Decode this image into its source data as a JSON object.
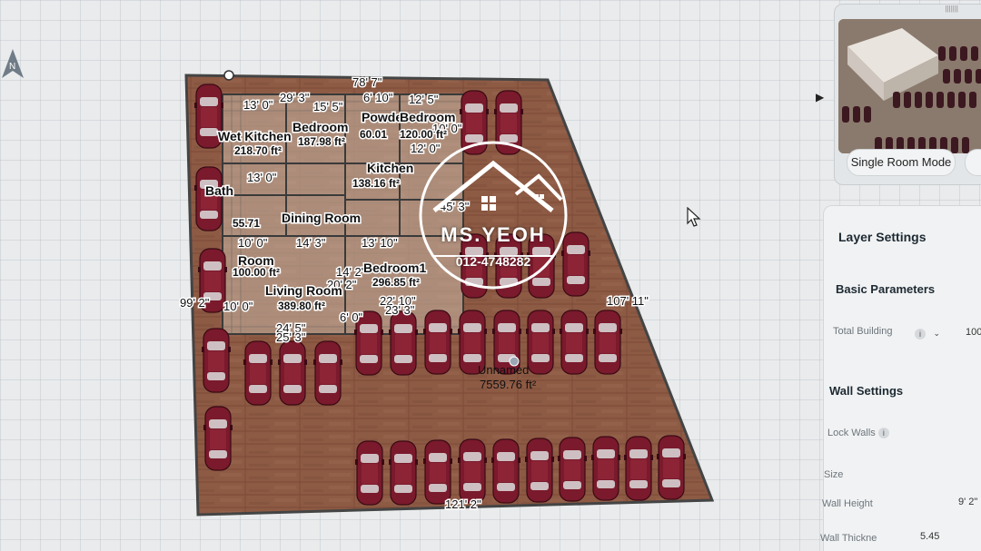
{
  "floorplan": {
    "top_dim": "78' 7\"",
    "left_dim": "99' 2\"",
    "right_dim": "107' 11\"",
    "bottom_dim": "121' 2\"",
    "inner_dims": [
      "13' 0\"",
      "29' 3\"",
      "15' 5\"",
      "6' 10\"",
      "12' 5\"",
      "10' 0\"",
      "13' 0\"",
      "14' 3\"",
      "10' 0\"",
      "14' 2\"",
      "20' 2\"",
      "22' 10\"",
      "23' 3\"",
      "24' 5\"",
      "25' 3\"",
      "6' 0\"",
      "10' 0\"",
      "13' 10\"",
      "45' 3\"",
      "12' 0\""
    ],
    "rooms": [
      {
        "label": "Wet Kitchen",
        "area": "218.70 ft²"
      },
      {
        "label": "Bedroom",
        "area": "187.98 ft²"
      },
      {
        "label": "Powder",
        "area": "60.01"
      },
      {
        "label": "Bedroom",
        "area": "120.00 ft²"
      },
      {
        "label": "Kitchen",
        "area": "138.16 ft²"
      },
      {
        "label": "Bath",
        "area": "55.71"
      },
      {
        "label": "Dining Room",
        "area": ""
      },
      {
        "label": "Bedroom1",
        "area": "296.85 ft²"
      },
      {
        "label": "Living Room",
        "area": "389.80 ft²"
      },
      {
        "label": "Room",
        "area": "100.00 ft²"
      },
      {
        "label": "Unnamed",
        "area": "7559.76 ft²"
      }
    ]
  },
  "watermark": {
    "name": "MS.YEOH",
    "phone": "012-4748282"
  },
  "preview": {
    "top_label": "|||||||",
    "button": "Single Room Mode"
  },
  "settings": {
    "layer_title": "Layer Settings",
    "basic_title": "Basic Parameters",
    "total_building_label": "Total Building",
    "total_building_value": "100",
    "wall_title": "Wall Settings",
    "lock_walls_label": "Lock Walls",
    "size_label": "Size",
    "wall_height_label": "Wall Height",
    "wall_height_value": "9' 2\"",
    "wall_thickness_label": "Wall Thickne",
    "wall_thickness_value": "5.45"
  },
  "colors": {
    "floor": "#8d5a44",
    "car": "#7a1a2c",
    "wall": "#2d2d2d",
    "accent": "#ffffff"
  },
  "icons": [
    "north-arrow-icon",
    "cursor-icon",
    "info-icon",
    "chevron-down-icon",
    "home-logo-icon"
  ]
}
